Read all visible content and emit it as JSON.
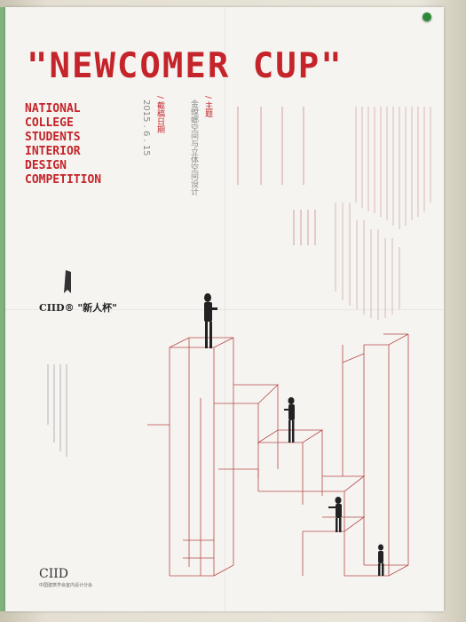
{
  "poster": {
    "headline": "\"NEWCOMER CUP\"",
    "subtitle_lines": [
      "NATIONAL",
      "COLLEGE",
      "STUDENTS",
      "INTERIOR",
      "DESIGN",
      "COMPETITION"
    ],
    "date_label": "/ 截稿日期",
    "date_value": "2015 . 6 . 15",
    "theme_label": "/ 主题",
    "theme_value": "金螳螂空间与立体空间设计",
    "logo_top": "CIID® \"新人杯\"",
    "logo_bottom": "CIID",
    "logo_bottom_sub": "中国建筑学会室内设计分会"
  },
  "colors": {
    "accent": "#c4242a",
    "paper": "#f5f4f0",
    "ink": "#222222"
  }
}
